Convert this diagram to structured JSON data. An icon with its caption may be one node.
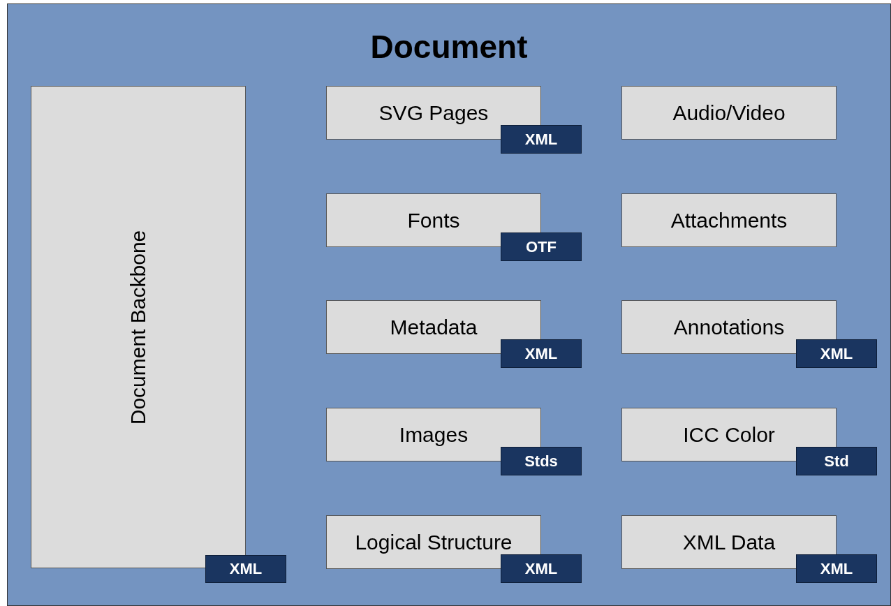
{
  "diagram": {
    "nodes": [
      {
        "text": [
          "Document"
        ]
      },
      {
        "text": [
          "Document Backbone"
        ],
        "in": 0
      },
      {
        "text": [
          "XML"
        ],
        "in": 0
      },
      {
        "text": [
          "SVG Pages"
        ],
        "in": 0
      },
      {
        "text": [
          "XML"
        ],
        "in": 0
      },
      {
        "text": [
          "Audio/Video"
        ],
        "in": 0
      },
      {
        "text": [
          "Fonts"
        ],
        "in": 0
      },
      {
        "text": [
          "OTF"
        ],
        "in": 0
      },
      {
        "text": [
          "Attachments"
        ],
        "in": 0
      },
      {
        "text": [
          "Metadata"
        ],
        "in": 0
      },
      {
        "text": [
          "XML"
        ],
        "in": 0
      },
      {
        "text": [
          "Annotations"
        ],
        "in": 0
      },
      {
        "text": [
          "XML"
        ],
        "in": 0
      },
      {
        "text": [
          "Images"
        ],
        "in": 0
      },
      {
        "text": [
          "Stds"
        ],
        "in": 0
      },
      {
        "text": [
          "ICC Color"
        ],
        "in": 0
      },
      {
        "text": [
          "Std"
        ],
        "in": 0
      },
      {
        "text": [
          "Logical Structure"
        ],
        "in": 0
      },
      {
        "text": [
          "XML"
        ],
        "in": 0
      },
      {
        "text": [
          "XML Data"
        ],
        "in": 0
      },
      {
        "text": [
          "XML"
        ],
        "in": 0
      }
    ],
    "edges": []
  }
}
